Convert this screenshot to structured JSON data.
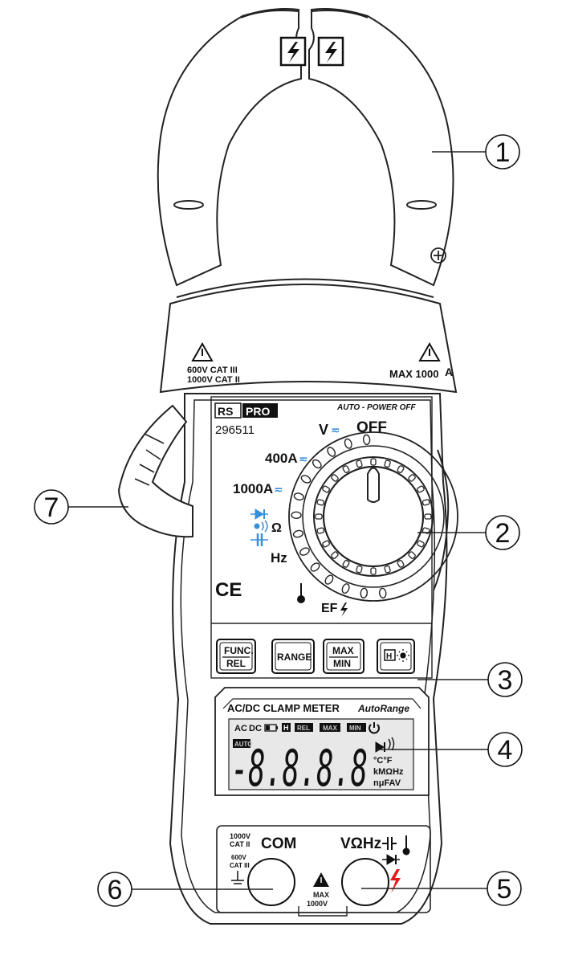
{
  "callouts": [
    "1",
    "2",
    "3",
    "4",
    "5",
    "6",
    "7"
  ],
  "jaw": {
    "left_warning": "600V CAT III",
    "left_warning2": "1000V CAT II",
    "right_warning": "MAX 1000",
    "right_warning_unit": "A"
  },
  "brand": {
    "rs": "RS",
    "pro": "PRO",
    "model": "296511"
  },
  "dial": {
    "auto_power_off": "AUTO - POWER OFF",
    "off": "OFF",
    "v": "V",
    "a400": "400A",
    "a1000": "1000A",
    "ohm": "Ω",
    "hz": "Hz",
    "ef": "EF"
  },
  "ce_mark": "CE",
  "buttons": {
    "func_top": "FUNC.",
    "func_bottom": "REL",
    "range": "RANGE",
    "max_top": "MAX",
    "max_bottom": "MIN",
    "hold_icon": "H"
  },
  "lcd": {
    "title": "AC/DC CLAMP METER",
    "autorange": "AutoRange",
    "ac": "AC",
    "dc": "DC",
    "hold": "H",
    "rel": "REL",
    "max": "MAX",
    "min": "MIN",
    "auto": "AUTO",
    "digits": "-8.8.8.8",
    "units_temp": "°C°F",
    "units_res": "kMΩHz",
    "units_cap": "nμFAV"
  },
  "terminals": {
    "left_cat1": "1000V",
    "left_cat1b": "CAT II",
    "left_cat2": "600V",
    "left_cat2b": "CAT III",
    "com": "COM",
    "input_label": "VΩHz",
    "max_label": "MAX",
    "max_voltage": "1000V"
  },
  "colors": {
    "outline": "#222222",
    "accent_blue": "#3a8fd9",
    "danger_red": "#e01b1b",
    "lcd_bg": "#e8e8e8"
  }
}
